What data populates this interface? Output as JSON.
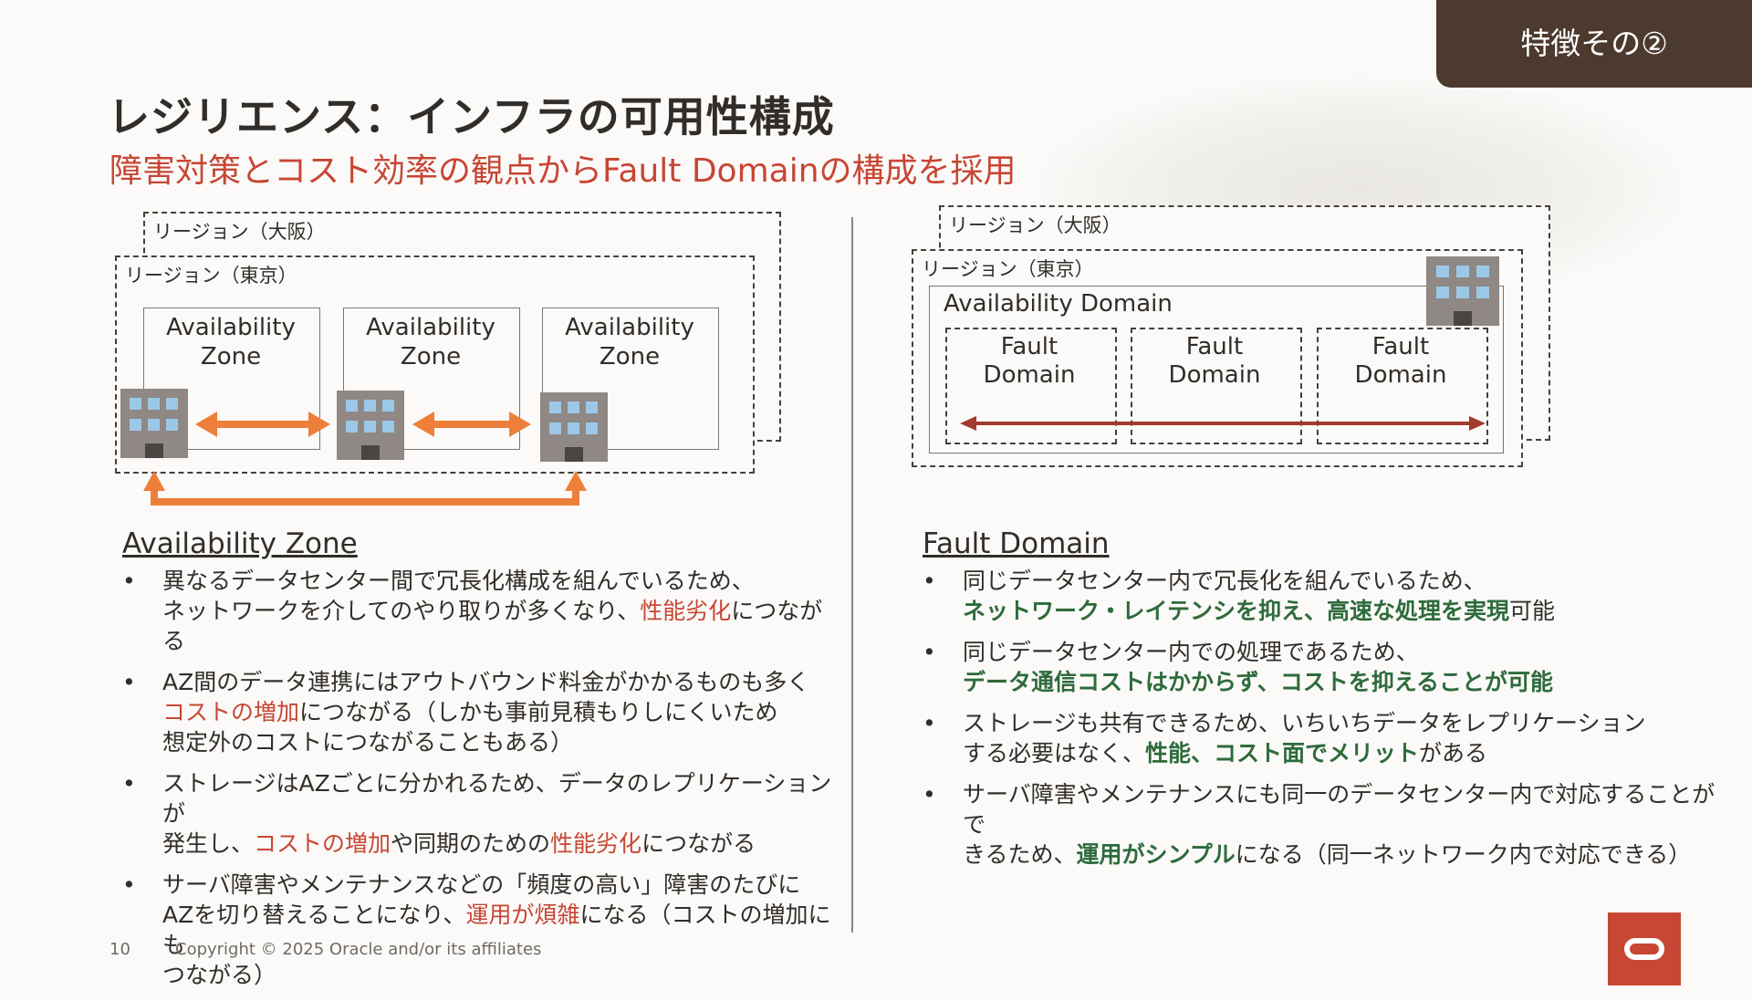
{
  "badge": "特徴その②",
  "title": "レジリエンス：インフラの可用性構成",
  "subtitle": "障害対策とコスト効率の観点からFault Domainの構成を採用",
  "left_diagram": {
    "region_back": "リージョン（大阪）",
    "region_front": "リージョン（東京）",
    "zones": [
      {
        "line1": "Availability",
        "line2": "Zone"
      },
      {
        "line1": "Availability",
        "line2": "Zone"
      },
      {
        "line1": "Availability",
        "line2": "Zone"
      }
    ],
    "arrow_color": "#ee7f3a"
  },
  "right_diagram": {
    "region_back": "リージョン（大阪）",
    "region_front": "リージョン（東京）",
    "ad_label": "Availability Domain",
    "fault_domains": [
      {
        "line1": "Fault",
        "line2": "Domain"
      },
      {
        "line1": "Fault",
        "line2": "Domain"
      },
      {
        "line1": "Fault",
        "line2": "Domain"
      }
    ],
    "arrow_color": "#a33a2e"
  },
  "left_section": {
    "heading": "Availability Zone",
    "bullets": [
      {
        "bullet": "•",
        "parts": [
          {
            "text": "異なるデータセンター間で冗長化構成を組んでいるため、",
            "style": "normal"
          },
          {
            "text": "ネットワークを介してのやり取りが多くなり、",
            "style": "normal"
          },
          {
            "text": "性能劣化",
            "style": "red"
          },
          {
            "text": "につながる",
            "style": "normal"
          }
        ]
      },
      {
        "bullet": "•",
        "parts": [
          {
            "text": "AZ間のデータ連携にはアウトバウンド料金がかかるものも多く",
            "style": "normal"
          },
          {
            "text": "コストの増加",
            "style": "red"
          },
          {
            "text": "につながる（しかも事前見積もりしにくいため",
            "style": "normal"
          },
          {
            "text": "想定外のコストにつながることもある）",
            "style": "normal"
          }
        ]
      },
      {
        "bullet": "•",
        "parts": [
          {
            "text": "ストレージはAZごとに分かれるため、データのレプリケーションが",
            "style": "normal"
          },
          {
            "text": "発生し、",
            "style": "normal"
          },
          {
            "text": "コストの増加",
            "style": "red"
          },
          {
            "text": "や同期のための",
            "style": "normal"
          },
          {
            "text": "性能劣化",
            "style": "red"
          },
          {
            "text": "につながる",
            "style": "normal"
          }
        ]
      },
      {
        "bullet": "•",
        "parts": [
          {
            "text": "サーバ障害やメンテナンスなどの「頻度の高い」障害のたびに",
            "style": "normal"
          },
          {
            "text": "AZを切り替えることになり、",
            "style": "normal"
          },
          {
            "text": "運用が煩雑",
            "style": "red"
          },
          {
            "text": "になる（コストの増加にも",
            "style": "normal"
          },
          {
            "text": "つながる）",
            "style": "normal"
          }
        ]
      }
    ]
  },
  "right_section": {
    "heading": "Fault Domain",
    "bullets": [
      {
        "bullet": "•",
        "parts": [
          {
            "text": "同じデータセンター内で冗長化を組んでいるため、",
            "style": "normal"
          },
          {
            "text": "ネットワーク・レイテンシを抑え、高速な処理を実現",
            "style": "green"
          },
          {
            "text": "可能",
            "style": "normal"
          }
        ]
      },
      {
        "bullet": "•",
        "parts": [
          {
            "text": "同じデータセンター内での処理であるため、",
            "style": "normal"
          },
          {
            "text": "データ通信コストはかからず、コストを抑えることが可能",
            "style": "green"
          }
        ]
      },
      {
        "bullet": "•",
        "parts": [
          {
            "text": "ストレージも共有できるため、いちいちデータをレプリケーション",
            "style": "normal"
          },
          {
            "text": "する必要はなく、",
            "style": "normal"
          },
          {
            "text": "性能、コスト面でメリット",
            "style": "green"
          },
          {
            "text": "がある",
            "style": "normal"
          }
        ]
      },
      {
        "bullet": "•",
        "parts": [
          {
            "text": "サーバ障害やメンテナンスにも同一のデータセンター内で対応することがで",
            "style": "normal"
          },
          {
            "text": "きるため、",
            "style": "normal"
          },
          {
            "text": "運用がシンプル",
            "style": "green"
          },
          {
            "text": "になる（同一ネットワーク内で対応できる）",
            "style": "normal"
          }
        ]
      }
    ]
  },
  "footer": {
    "page": "10",
    "copyright": "Copyright © 2025 Oracle and/or its affiliates"
  },
  "colors": {
    "accent_red": "#c74634",
    "accent_green": "#2e6b3c",
    "badge_bg": "#4c3a2e"
  }
}
